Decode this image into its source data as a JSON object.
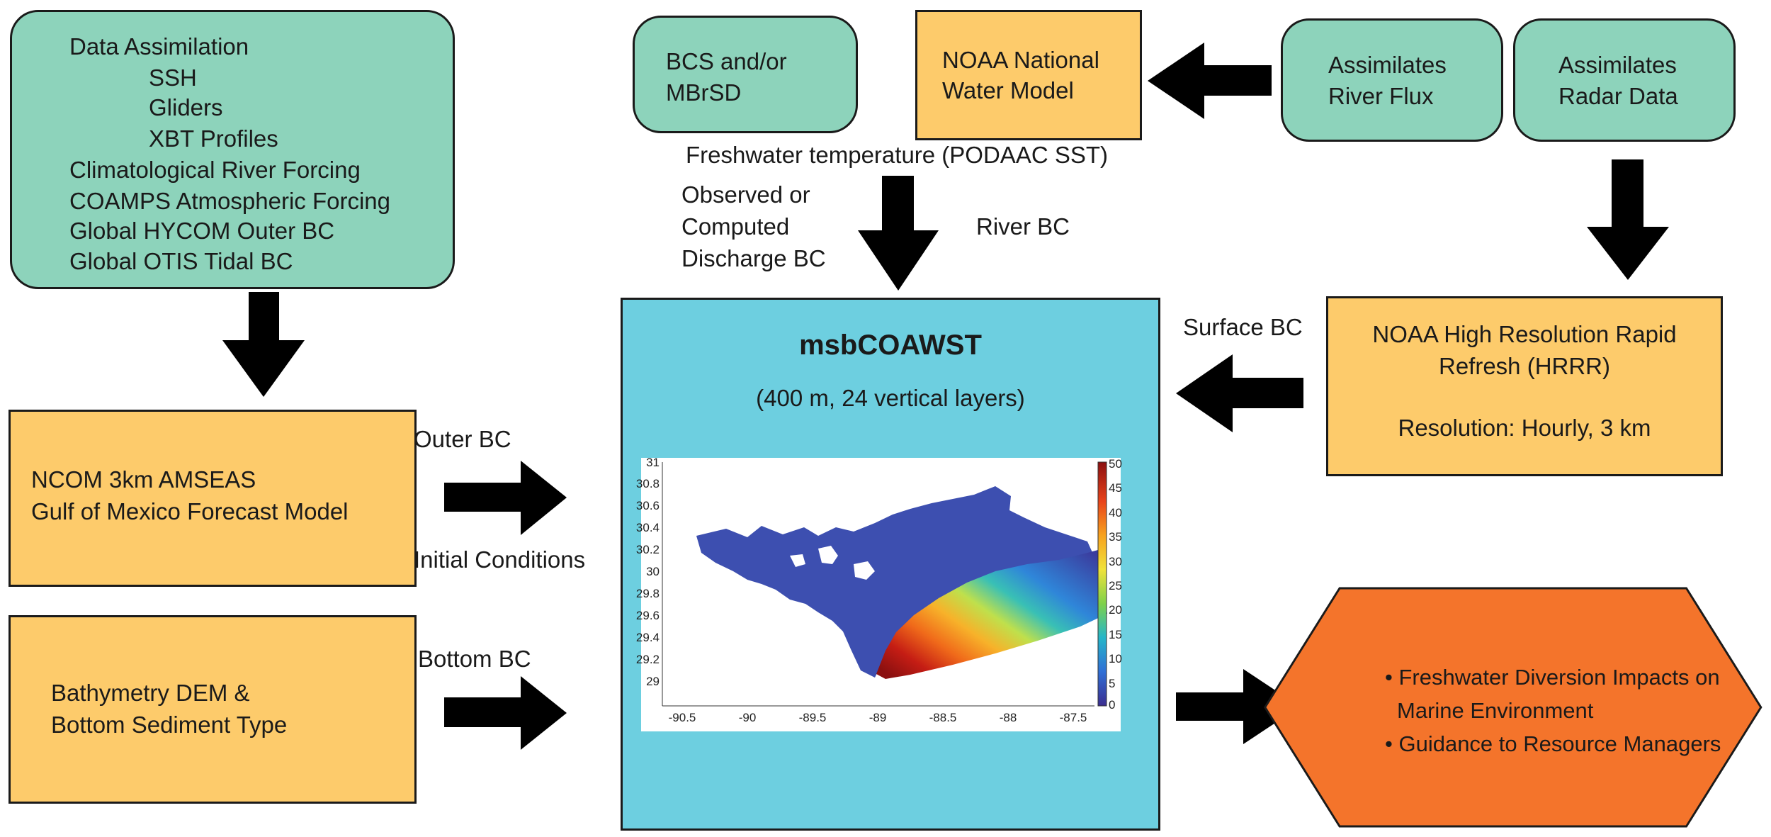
{
  "data_box": {
    "title": "Data Assimilation",
    "sub_items": [
      "SSH",
      "Gliders",
      "XBT Profiles"
    ],
    "items": [
      "Climatological River Forcing",
      "COAMPS Atmospheric Forcing",
      "Global HYCOM Outer BC",
      "Global OTIS Tidal BC"
    ]
  },
  "bcs_box": [
    "BCS and/or",
    "MBrSD"
  ],
  "nwm_box": [
    "NOAA National",
    "Water Model"
  ],
  "river_flux_box": [
    "Assimilates",
    "River Flux"
  ],
  "radar_box": [
    "Assimilates",
    "Radar Data"
  ],
  "freshwater_label": "Freshwater temperature (PODAAC SST)",
  "discharge_label": [
    "Observed or",
    "Computed",
    "Discharge BC"
  ],
  "river_bc_label": "River BC",
  "surface_bc_label": "Surface BC",
  "hrrr_box": [
    "NOAA High Resolution Rapid",
    "Refresh (HRRR)",
    "Resolution: Hourly, 3 km"
  ],
  "ncom_box": [
    "NCOM 3km AMSEAS",
    "Gulf of Mexico Forecast Model"
  ],
  "outer_bc_label": "Outer BC",
  "initial_conditions_label": "Initial Conditions",
  "bathy_box": [
    "Bathymetry DEM &",
    "Bottom Sediment Type"
  ],
  "bottom_bc_label": "Bottom BC",
  "model_box": {
    "title": "msbCOAWST",
    "subtitle": "(400 m, 24 vertical layers)"
  },
  "map": {
    "y_ticks": [
      "31",
      "30.8",
      "30.6",
      "30.4",
      "30.2",
      "30",
      "29.8",
      "29.6",
      "29.4",
      "29.2",
      "29"
    ],
    "x_ticks": [
      "-90.5",
      "-90",
      "-89.5",
      "-89",
      "-88.5",
      "-88",
      "-87.5"
    ],
    "colorbar_ticks": [
      "50",
      "45",
      "40",
      "35",
      "30",
      "25",
      "20",
      "15",
      "10",
      "5",
      "0"
    ],
    "colormap": [
      "#3b2d8f",
      "#2f6fd6",
      "#25b6c9",
      "#7fd14a",
      "#f0e23a",
      "#f7a21e",
      "#e8421a",
      "#8b1010"
    ]
  },
  "outcome_box": [
    "• Freshwater Diversion Impacts on",
    "Marine Environment",
    "• Guidance to Resource Managers"
  ],
  "colors": {
    "green": "#8dd3bb",
    "orange": "#fdcb6b",
    "blue": "#6dcfe0",
    "hex": "#f4742b"
  }
}
